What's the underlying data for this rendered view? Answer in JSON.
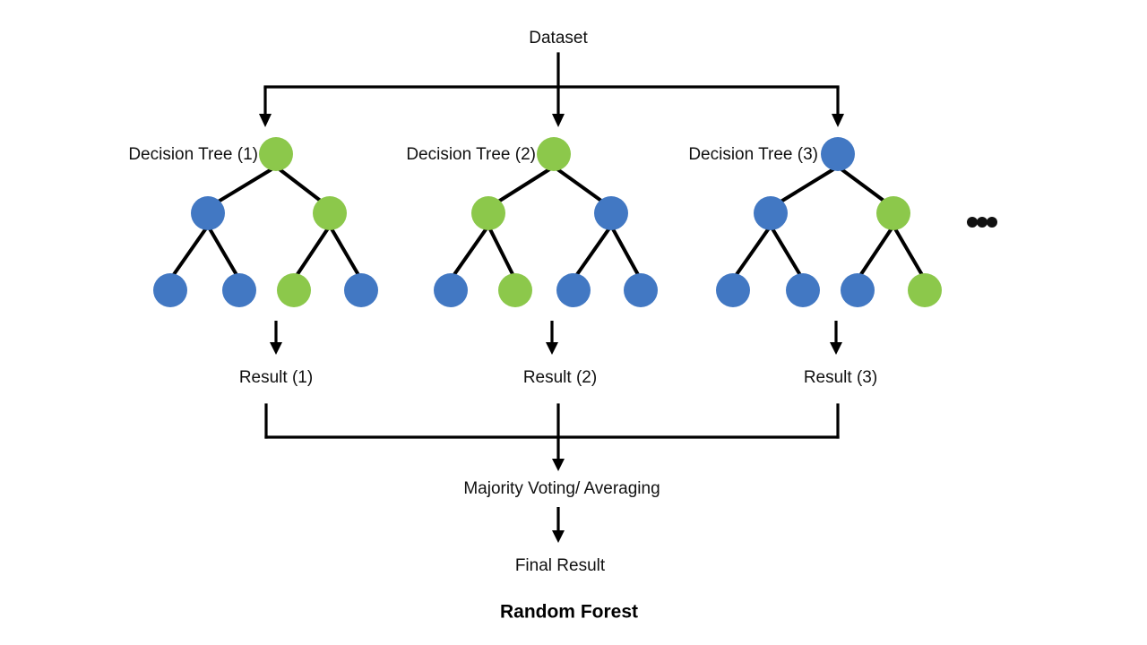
{
  "diagram": {
    "title": "Random Forest",
    "dataset_label": "Dataset",
    "voting_label": "Majority Voting/ Averaging",
    "final_label": "Final Result",
    "ellipsis": "• • •",
    "colors": {
      "green": "#8CC84B",
      "blue": "#4278C3",
      "line": "#000000",
      "text": "#111111",
      "background": "#FFFFFF"
    },
    "trees": [
      {
        "label": "Decision Tree (1)",
        "result_label": "Result (1)",
        "root_color": "green",
        "level2_colors": [
          "blue",
          "green"
        ],
        "leaf_colors": [
          "blue",
          "blue",
          "green",
          "blue"
        ]
      },
      {
        "label": "Decision Tree (2)",
        "result_label": "Result (2)",
        "root_color": "green",
        "level2_colors": [
          "green",
          "blue"
        ],
        "leaf_colors": [
          "blue",
          "green",
          "blue",
          "blue"
        ]
      },
      {
        "label": "Decision Tree (3)",
        "result_label": "Result (3)",
        "root_color": "blue",
        "level2_colors": [
          "blue",
          "green"
        ],
        "leaf_colors": [
          "blue",
          "blue",
          "blue",
          "green"
        ]
      }
    ]
  }
}
